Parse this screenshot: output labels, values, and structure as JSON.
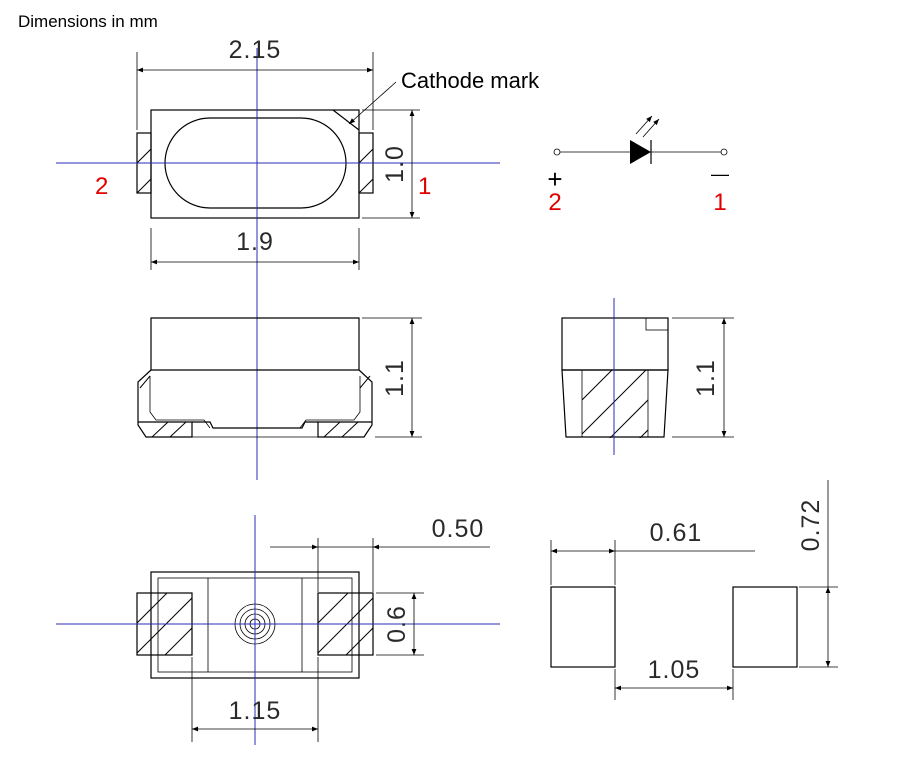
{
  "title": "Dimensions in mm",
  "callouts": {
    "cathode_mark": "Cathode mark"
  },
  "pins": {
    "left": "2",
    "right": "1",
    "pin_color": "#e00000"
  },
  "symbol": {
    "plus": "+",
    "minus": "—",
    "left_pin": "2",
    "right_pin": "1"
  },
  "dimensions": {
    "length": "2.15",
    "body_length": "1.9",
    "width": "1.0",
    "height_front": "1.1",
    "height_side": "1.1",
    "pad_offset": "0.50",
    "pad_width": "0.6",
    "pad_spacing": "1.15",
    "footprint_pad_length": "0.61",
    "footprint_pad_height": "0.72",
    "footprint_spacing": "1.05"
  },
  "colors": {
    "centerline": "#2b2bb5",
    "line": "#000000"
  }
}
